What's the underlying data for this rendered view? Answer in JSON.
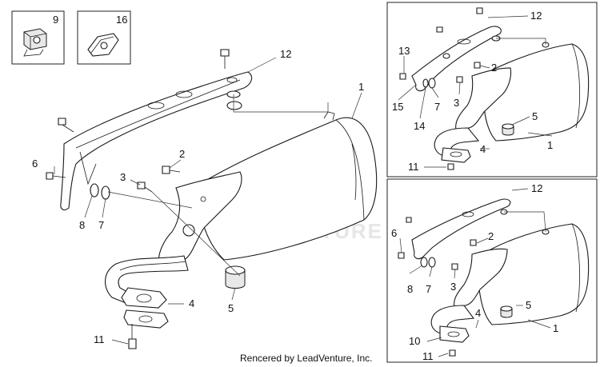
{
  "diagram": {
    "inset_labels": {
      "box_a": "9",
      "box_b": "16"
    },
    "main_callouts": {
      "c1": "1",
      "c2": "2",
      "c3": "3",
      "c4": "4",
      "c5": "5",
      "c6": "6",
      "c7": "7",
      "c8": "8",
      "c11": "11",
      "c12": "12"
    },
    "top_right_callouts": {
      "c1": "1",
      "c2": "2",
      "c3": "3",
      "c4": "4",
      "c5": "5",
      "c7": "7",
      "c11": "11",
      "c12": "12",
      "c13": "13",
      "c14": "14",
      "c15": "15"
    },
    "bottom_right_callouts": {
      "c1": "1",
      "c2": "2",
      "c3": "3",
      "c4": "4",
      "c5": "5",
      "c6": "6",
      "c7": "7",
      "c8": "8",
      "c10": "10",
      "c11": "11",
      "c12": "12"
    },
    "watermark": "LEADVENTURE",
    "footer": "Rencered by LeadVenture, Inc."
  }
}
